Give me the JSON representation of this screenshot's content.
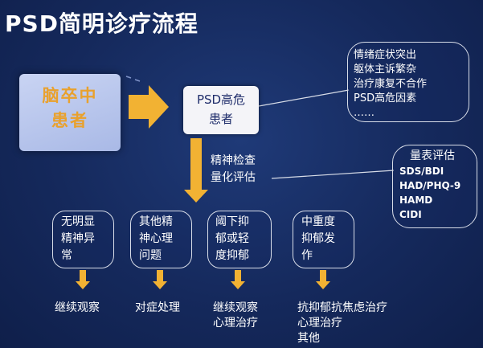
{
  "title": "PSD简明诊疗流程",
  "stroke_label": [
    "脑卒中",
    "患者"
  ],
  "patient_label": [
    "PSD高危",
    "患者"
  ],
  "symptoms": [
    "情绪症状突出",
    "躯体主诉繁杂",
    "治疗康复不合作",
    "PSD高危因素",
    "……"
  ],
  "mental_check": [
    "精神检查",
    "量化评估"
  ],
  "scales": {
    "title": "量表评估",
    "items": [
      "SDS/BDI",
      "HAD/PHQ-9",
      "HAMD",
      "CIDI"
    ]
  },
  "categories": [
    {
      "label": [
        "无明显",
        "精神异",
        "常"
      ],
      "outcome": [
        "继续观察"
      ]
    },
    {
      "label": [
        "其他精",
        "神心理",
        "问题"
      ],
      "outcome": [
        "对症处理"
      ]
    },
    {
      "label": [
        "阈下抑",
        "郁或轻",
        "度抑郁"
      ],
      "outcome": [
        "继续观察",
        "心理治疗"
      ]
    },
    {
      "label": [
        "中重度",
        "抑郁发",
        "作"
      ],
      "outcome": [
        "抗抑郁抗焦虑治疗",
        "心理治疗",
        "其他"
      ]
    }
  ],
  "colors": {
    "background": "#15295c",
    "arrow": "#f2b233",
    "stroke_text": "#e9a12d",
    "patient_text": "#1f2d6b"
  }
}
